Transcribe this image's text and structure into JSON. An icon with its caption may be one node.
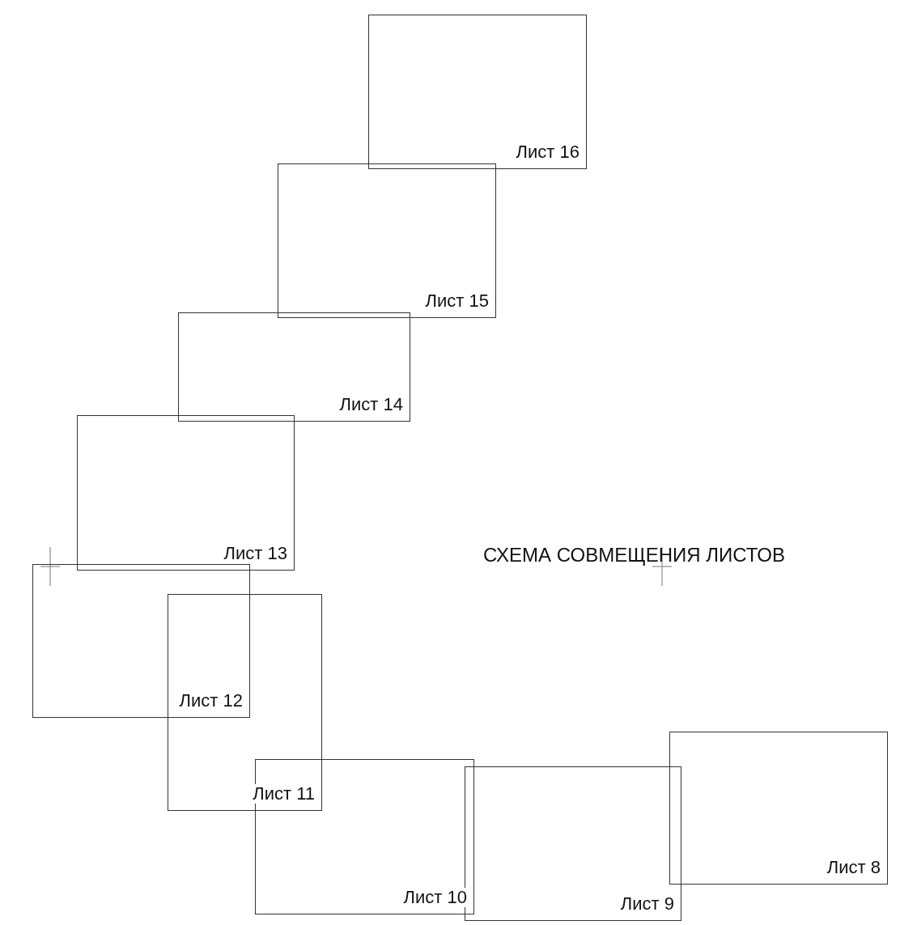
{
  "diagram": {
    "title": "СХЕМА СОВМЕЩЕНИЯ ЛИСТОВ",
    "nodes": [
      {
        "text": [
          "Лист 16"
        ]
      },
      {
        "text": [
          "Лист 15"
        ]
      },
      {
        "text": [
          "Лист 14"
        ]
      },
      {
        "text": [
          "Лист 13"
        ]
      },
      {
        "text": [
          "Лист 12"
        ]
      },
      {
        "text": [
          "Лист 11"
        ]
      },
      {
        "text": [
          "Лист 10"
        ]
      },
      {
        "text": [
          "Лист 9"
        ]
      },
      {
        "text": [
          "Лист 8"
        ]
      }
    ],
    "edges": []
  }
}
